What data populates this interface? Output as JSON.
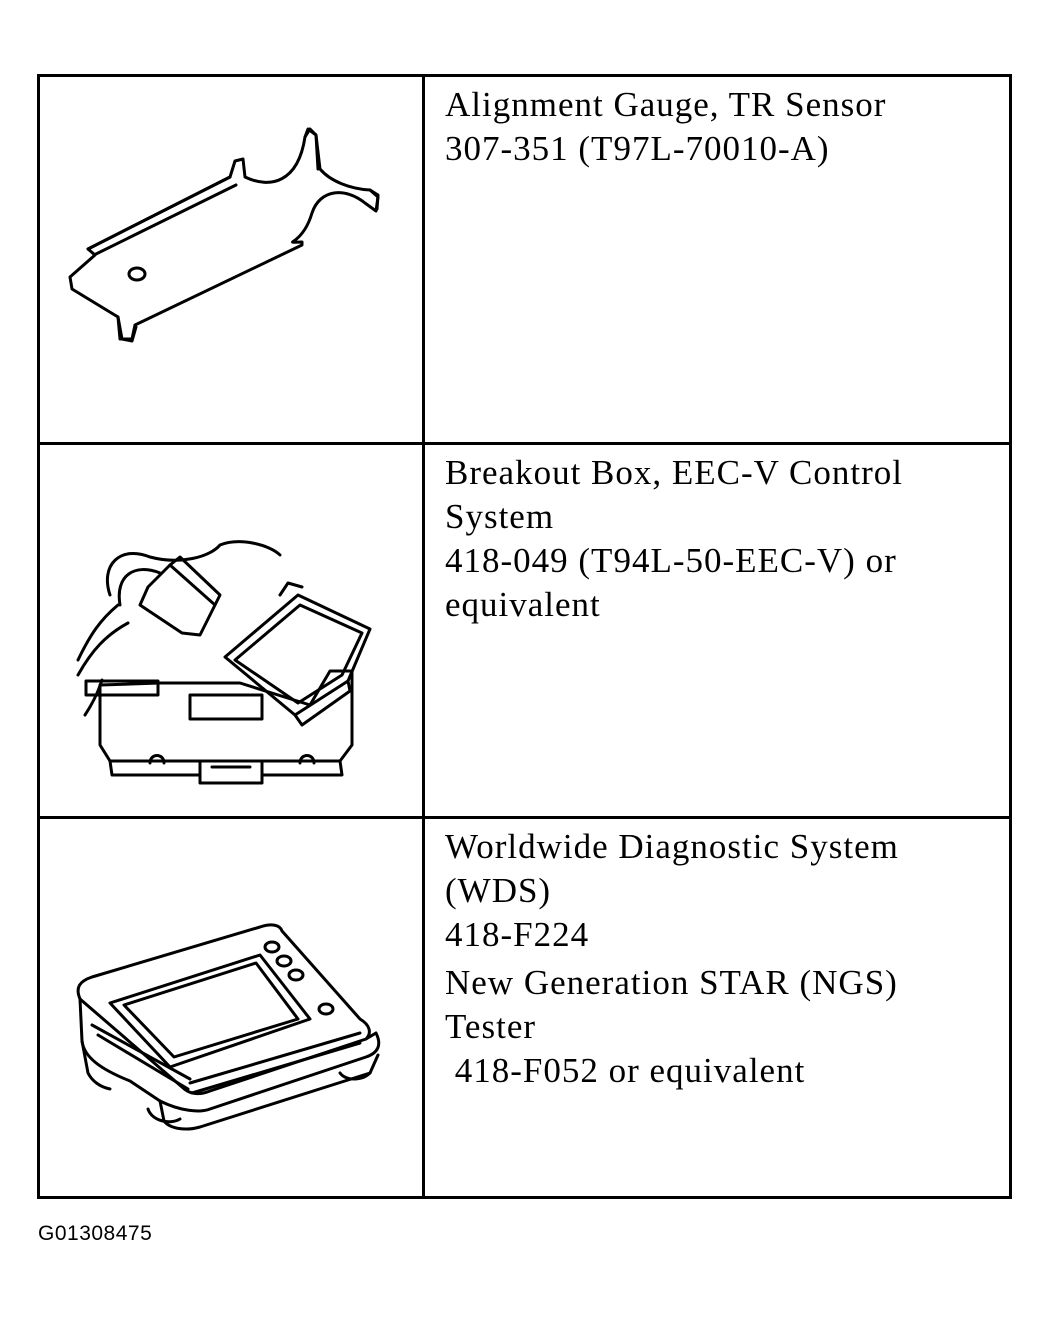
{
  "tools": [
    {
      "icon": "alignment-gauge-icon",
      "lines": [
        "Alignment Gauge, TR Sensor",
        "307-351 (T97L-70010-A)"
      ]
    },
    {
      "icon": "breakout-box-icon",
      "lines": [
        "Breakout Box, EEC-V Control",
        "System",
        "418-049 (T94L-50-EEC-V) or",
        "equivalent"
      ]
    },
    {
      "icon": "diagnostic-tester-icon",
      "lines": [
        "Worldwide Diagnostic System",
        "(WDS)",
        "418-F224"
      ],
      "lines2": [
        "New Generation STAR (NGS)",
        "Tester",
        " 418-F052 or equivalent"
      ]
    }
  ],
  "figure_id": "G01308475"
}
